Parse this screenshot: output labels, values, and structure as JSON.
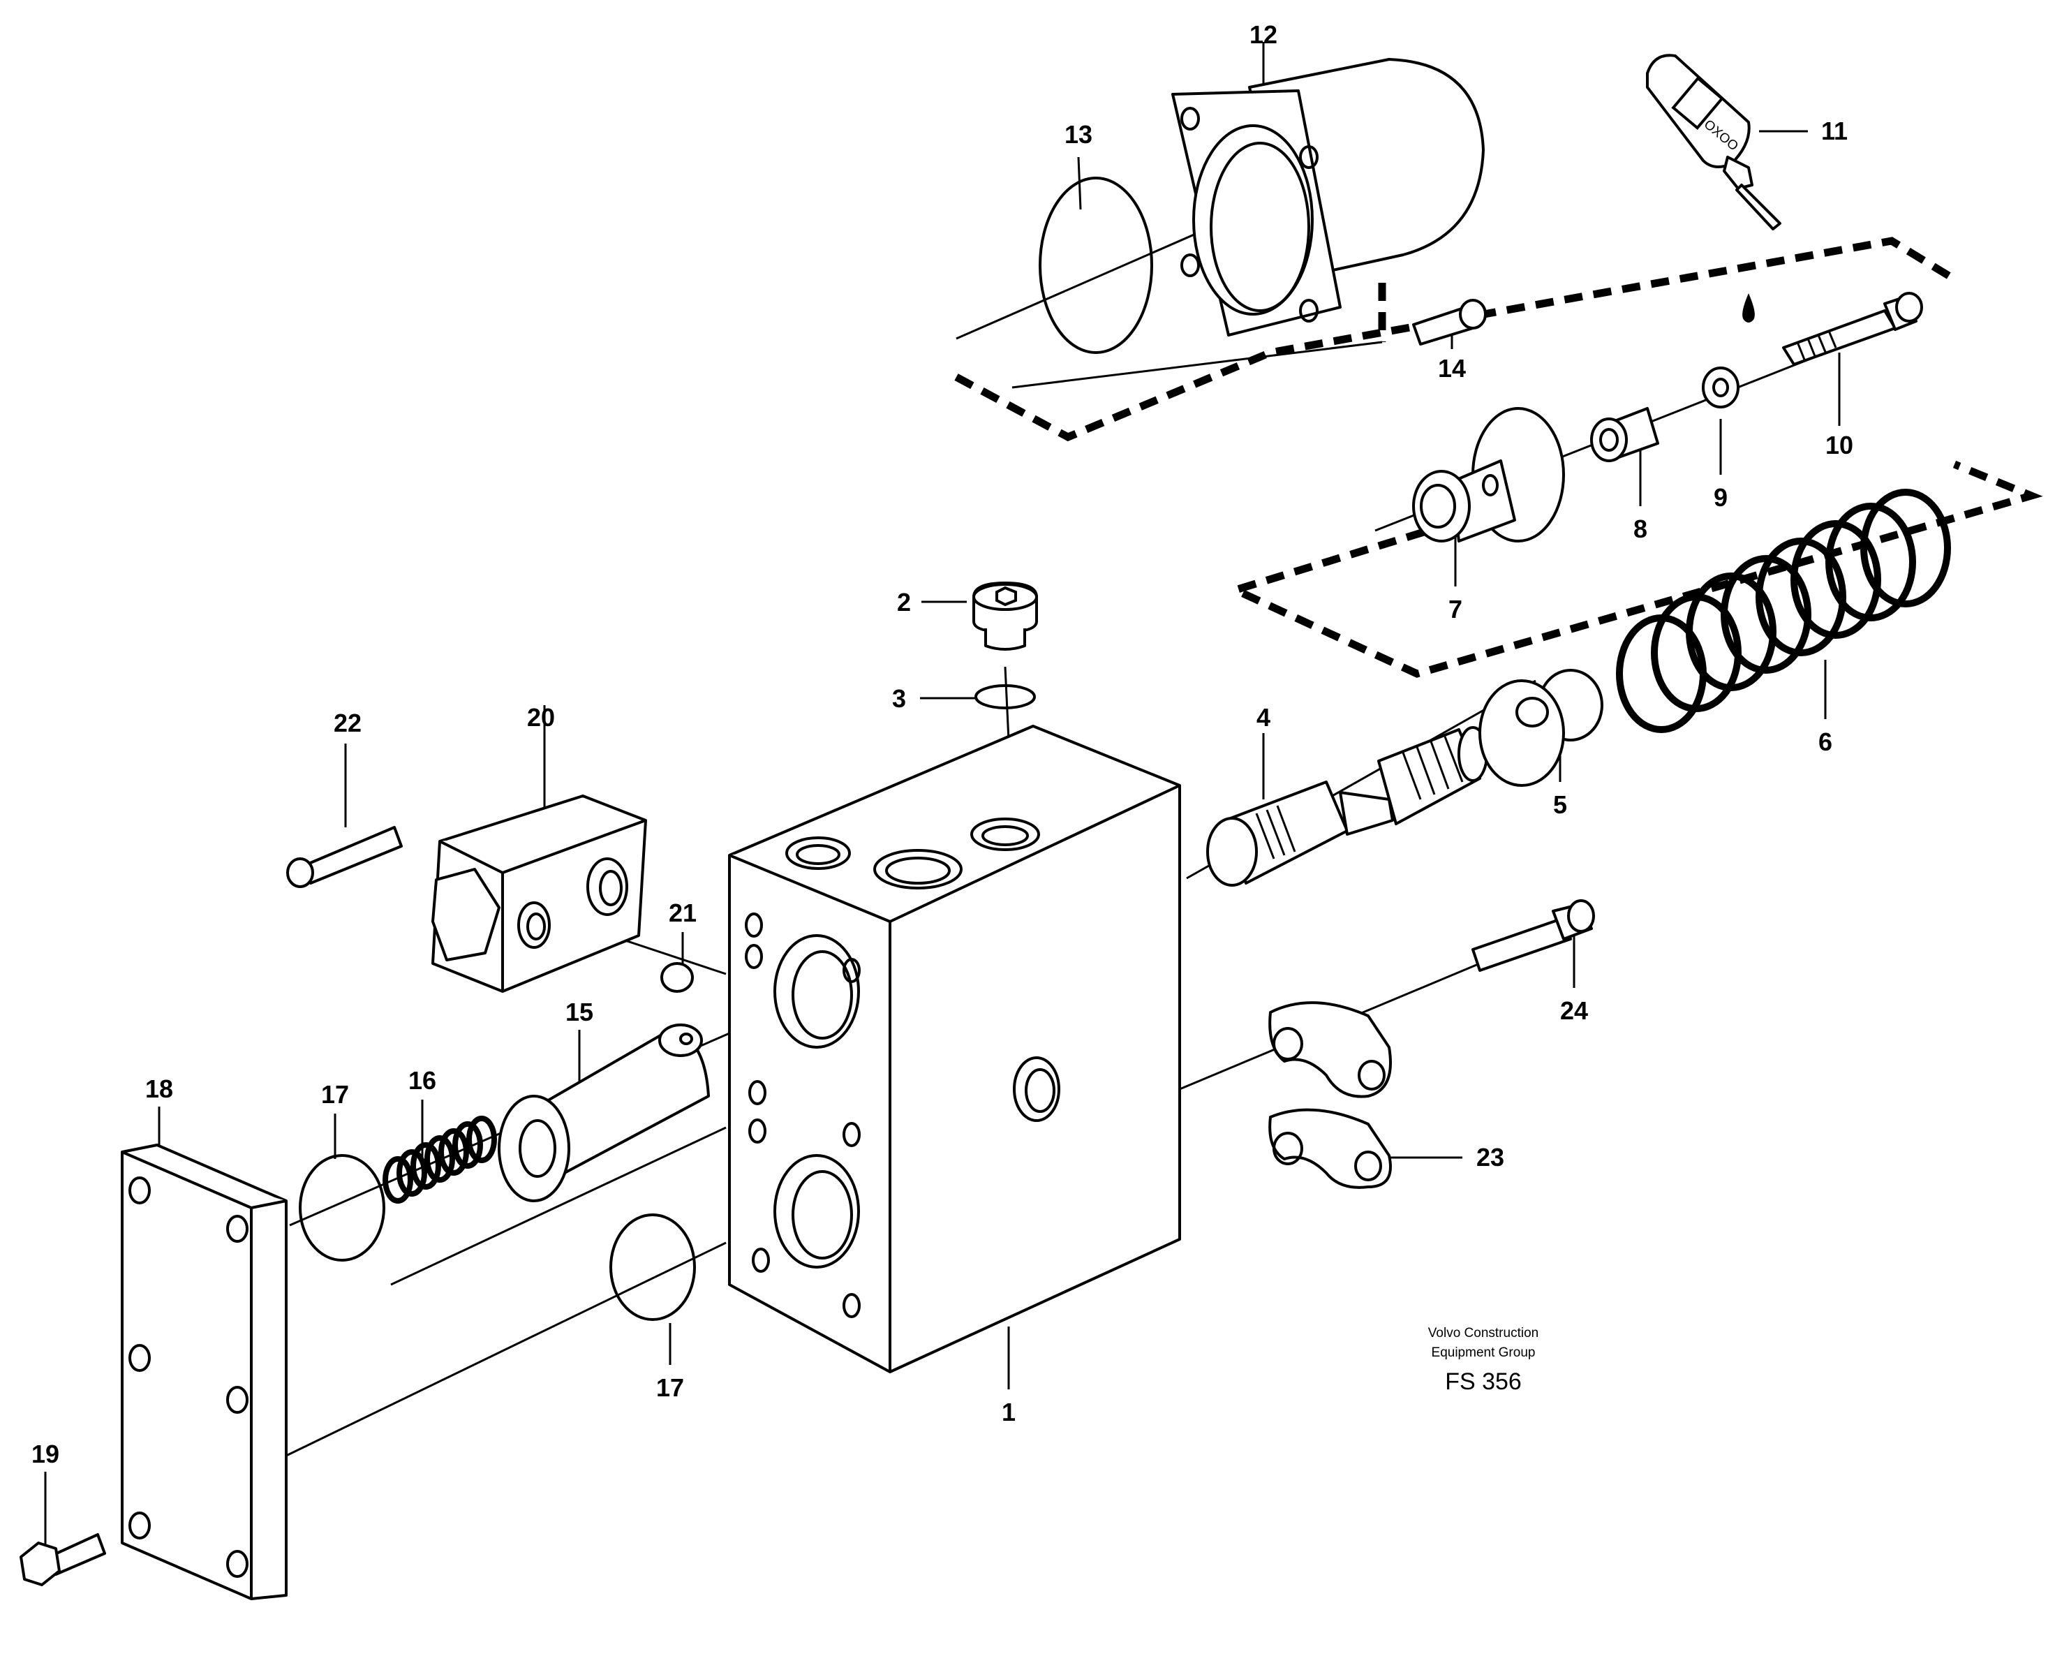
{
  "parts": [
    {
      "id": "p1",
      "label": "1"
    },
    {
      "id": "p2",
      "label": "2"
    },
    {
      "id": "p3",
      "label": "3"
    },
    {
      "id": "p4",
      "label": "4"
    },
    {
      "id": "p5",
      "label": "5"
    },
    {
      "id": "p6",
      "label": "6"
    },
    {
      "id": "p7",
      "label": "7"
    },
    {
      "id": "p8",
      "label": "8"
    },
    {
      "id": "p9",
      "label": "9"
    },
    {
      "id": "p10",
      "label": "10"
    },
    {
      "id": "p11",
      "label": "11"
    },
    {
      "id": "p12",
      "label": "12"
    },
    {
      "id": "p13",
      "label": "13"
    },
    {
      "id": "p14",
      "label": "14"
    },
    {
      "id": "p15",
      "label": "15"
    },
    {
      "id": "p16",
      "label": "16"
    },
    {
      "id": "p17a",
      "label": "17"
    },
    {
      "id": "p17b",
      "label": "17"
    },
    {
      "id": "p18",
      "label": "18"
    },
    {
      "id": "p19",
      "label": "19"
    },
    {
      "id": "p20",
      "label": "20"
    },
    {
      "id": "p21",
      "label": "21"
    },
    {
      "id": "p22",
      "label": "22"
    },
    {
      "id": "p23",
      "label": "23"
    },
    {
      "id": "p24",
      "label": "24"
    }
  ],
  "caption": {
    "line1": "Volvo Construction",
    "line2": "Equipment Group",
    "code": "FS 356"
  },
  "tube_text": "OXOO"
}
